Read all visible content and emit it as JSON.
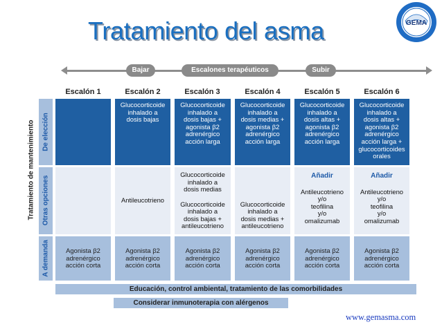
{
  "title": "Tratamiento del asma",
  "logo_text": "GEMA",
  "footer_url": "www.gemasma.com",
  "scale": {
    "left": "Bajar",
    "center": "Escalones terapéuticos",
    "right": "Subir"
  },
  "side_labels": {
    "outer": "Tratamiento de mantenimiento",
    "eleccion": "De elección",
    "otras": "Otras opciones",
    "demanda": "A demanda"
  },
  "steps": [
    {
      "label": "Escalón 1",
      "eleccion": "",
      "otras": [],
      "demanda": "Agonista β2\nadrenérgico\nacción corta"
    },
    {
      "label": "Escalón 2",
      "eleccion": "Glucocorticoide\ninhalado a\ndosis bajas",
      "otras": [
        "Antileucotrieno"
      ],
      "demanda": "Agonista β2\nadrenérgico\nacción corta"
    },
    {
      "label": "Escalón 3",
      "eleccion": "Glucocorticoide\ninhalado a\ndosis bajas +\nagonista β2\nadrenérgico\nacción larga",
      "otras": [
        "Glucocorticoide\ninhalado a\ndosis medias",
        "Glucocorticoide\ninhalado a\ndosis bajas +\nantileucotrieno"
      ],
      "demanda": "Agonista β2\nadrenérgico\nacción corta"
    },
    {
      "label": "Escalón 4",
      "eleccion": "Glucocorticoide\ninhalado a\ndosis medias +\nagonista β2\nadrenérgico\nacción larga",
      "otras": [
        "Glucocorticoide\ninhalado a\ndosis medias +\nantileucotrieno"
      ],
      "demanda": "Agonista β2\nadrenérgico\nacción corta"
    },
    {
      "label": "Escalón 5",
      "eleccion": "Glucocorticoide\ninhalado a\ndosis altas +\nagonista β2\nadrenérgico\nacción larga",
      "add": "Añadir",
      "otras": [
        "Antileucotrieno\ny/o\nteofilina\ny/o\nomalizumab"
      ],
      "demanda": "Agonista β2\nadrenérgico\nacción corta"
    },
    {
      "label": "Escalón 6",
      "eleccion": "Glucocorticoide\ninhalado a\ndosis altas +\nagonista β2\nadrenérgico\nacción larga +\nglucocorticoides\norales",
      "add": "Añadir",
      "otras": [
        "Antileucotrieno\ny/o\nteofilina\ny/o\nomalizumab"
      ],
      "demanda": "Agonista β2\nadrenérgico\nacción corta"
    }
  ],
  "bands": {
    "education": "Educación, control ambiental, tratamiento de las comorbilidades",
    "immunotherapy": "Considerar inmunoterapia con alérgenos"
  },
  "colors": {
    "title": "#1a6fc0",
    "dark_blue": "#1f5fa2",
    "light_blue": "#a7bfdd",
    "pale": "#e8edf5",
    "grey": "#8a8a8a"
  }
}
